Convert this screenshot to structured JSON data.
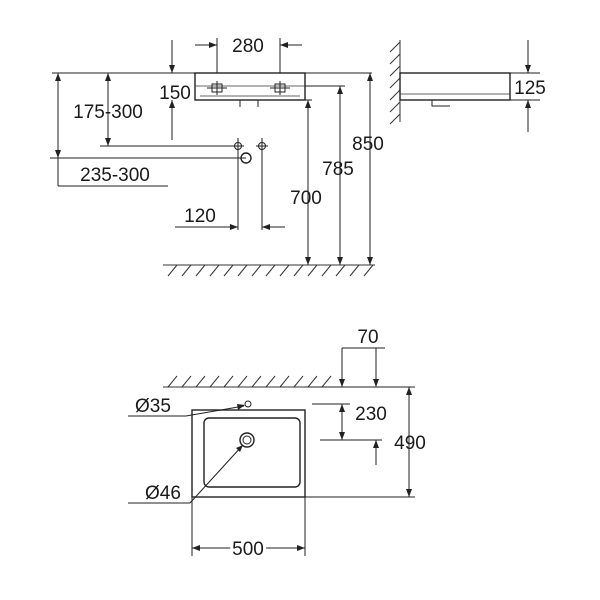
{
  "side_view": {
    "dim_tap_spacing": "280",
    "dim_basin_height": "150",
    "dim_tap_height_range": "175-300",
    "dim_wall_distance_range": "235-300",
    "dim_drain_spacing": "120",
    "dim_rim_high": "850",
    "dim_rim_mid": "785",
    "dim_rim_low": "700"
  },
  "profile_view": {
    "dim_profile_height": "125"
  },
  "plan_view": {
    "dim_tap_offset": "70",
    "dim_tap_hole": "Ø35",
    "dim_bowl_depth": "230",
    "dim_total_depth": "490",
    "dim_drain_hole": "Ø46",
    "dim_width": "500"
  }
}
